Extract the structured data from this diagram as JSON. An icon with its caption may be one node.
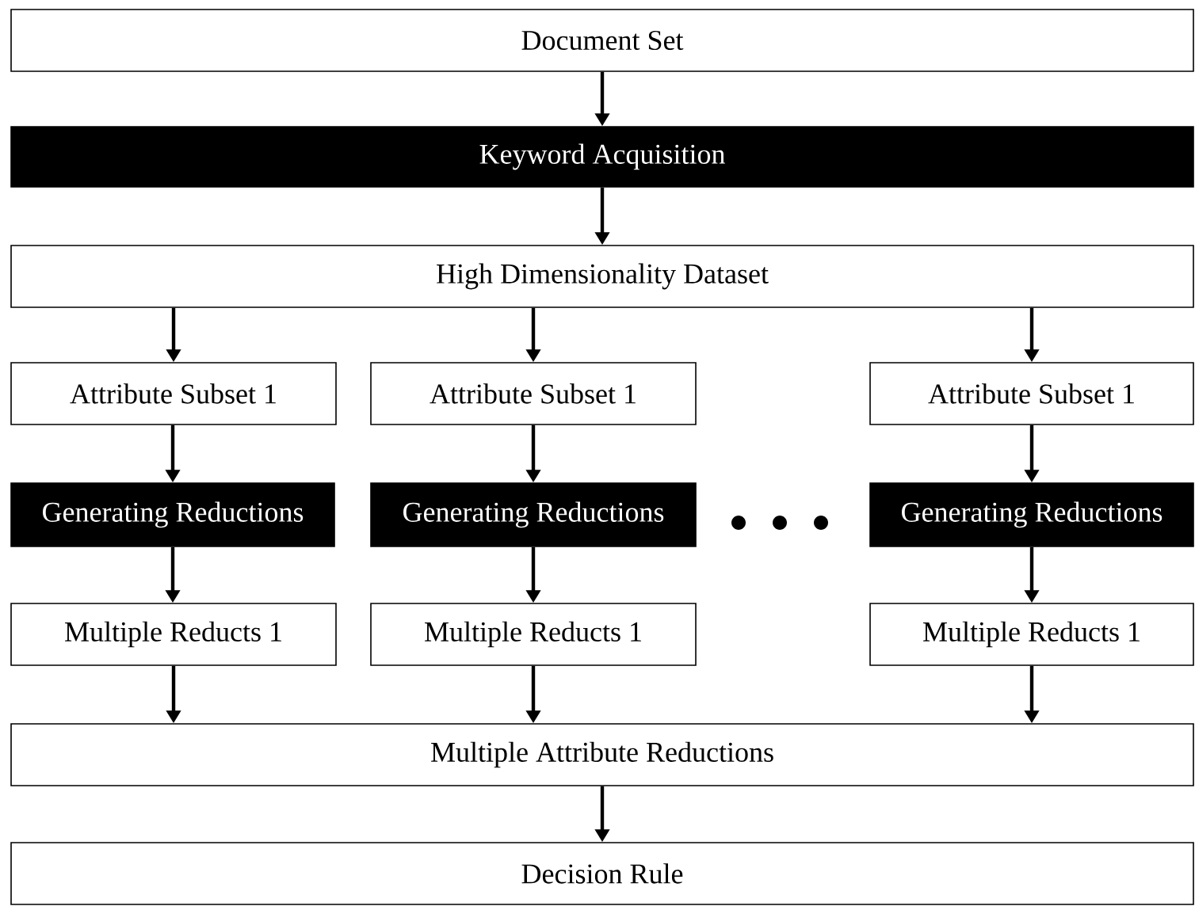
{
  "diagram": {
    "nodes": [
      {
        "text": [
          "Document Set"
        ]
      },
      {
        "text": [
          "Keyword Acquisition"
        ]
      },
      {
        "text": [
          "High Dimensionality Dataset"
        ]
      },
      {
        "text": [
          "Attribute Subset 1"
        ]
      },
      {
        "text": [
          "Attribute Subset 1"
        ]
      },
      {
        "text": [
          "Attribute Subset 1"
        ]
      },
      {
        "text": [
          "Generating Reductions"
        ]
      },
      {
        "text": [
          "Generating Reductions"
        ]
      },
      {
        "text": [
          "Generating Reductions"
        ]
      },
      {
        "text": [
          "Multiple Reducts 1"
        ]
      },
      {
        "text": [
          "Multiple Reducts 1"
        ]
      },
      {
        "text": [
          "Multiple Reducts 1"
        ]
      },
      {
        "text": [
          "Multiple Attribute Reductions"
        ]
      },
      {
        "text": [
          "Decision Rule"
        ]
      }
    ],
    "edges": [
      {
        "from": 0,
        "to": 1,
        "arrow": "to"
      },
      {
        "from": 1,
        "to": 2,
        "arrow": "to"
      },
      {
        "from": 2,
        "to": 3,
        "arrow": "to"
      },
      {
        "from": 2,
        "to": 4,
        "arrow": "to"
      },
      {
        "from": 2,
        "to": 5,
        "arrow": "to"
      },
      {
        "from": 3,
        "to": 6,
        "arrow": "to"
      },
      {
        "from": 4,
        "to": 7,
        "arrow": "to"
      },
      {
        "from": 5,
        "to": 8,
        "arrow": "to"
      },
      {
        "from": 6,
        "to": 9,
        "arrow": "to"
      },
      {
        "from": 7,
        "to": 10,
        "arrow": "to"
      },
      {
        "from": 8,
        "to": 11,
        "arrow": "to"
      },
      {
        "from": 9,
        "to": 12,
        "arrow": "to"
      },
      {
        "from": 10,
        "to": 12,
        "arrow": "to"
      },
      {
        "from": 11,
        "to": 12,
        "arrow": "to"
      },
      {
        "from": 12,
        "to": 13,
        "arrow": "to"
      }
    ]
  }
}
